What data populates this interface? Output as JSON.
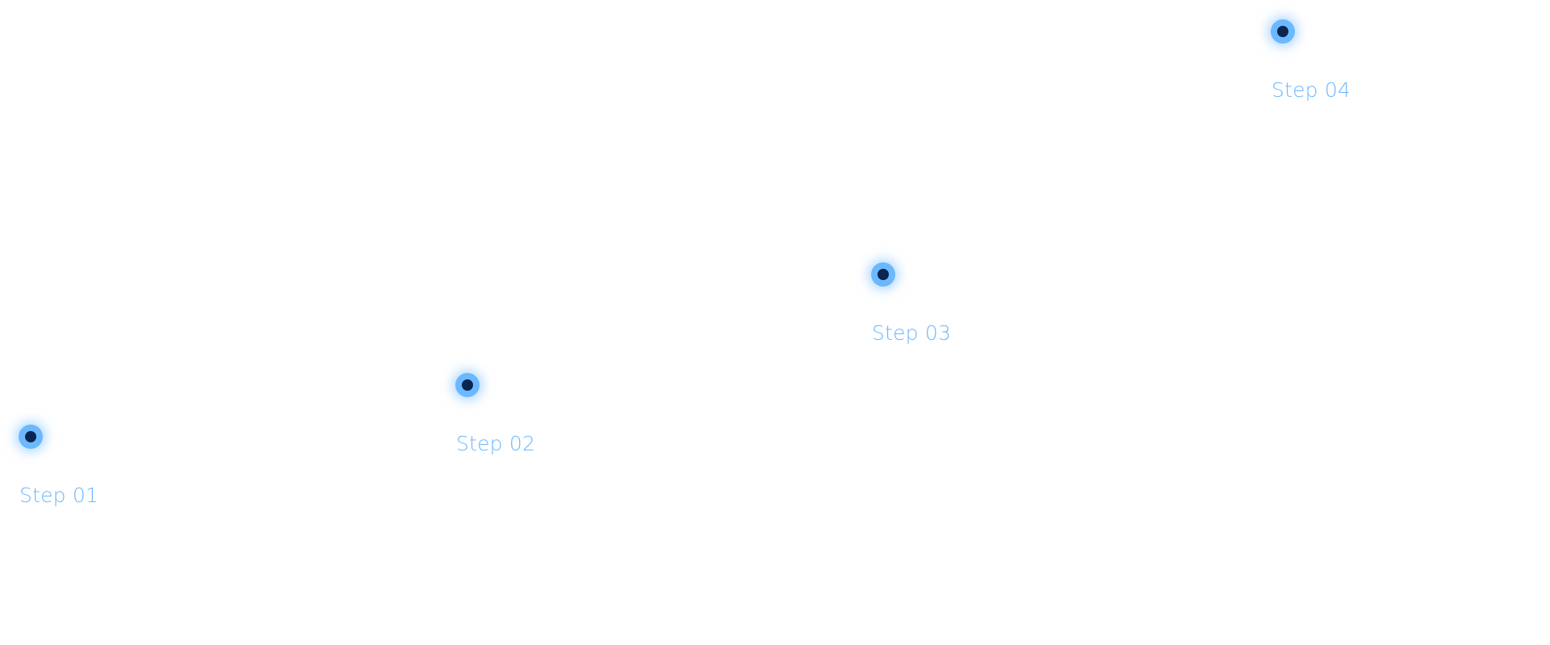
{
  "steps": [
    {
      "label": "Step 01"
    },
    {
      "label": "Step 02"
    },
    {
      "label": "Step 03"
    },
    {
      "label": "Step 04"
    }
  ],
  "colors": {
    "dot_outer": "#6cb8ff",
    "dot_inner": "#0a2550",
    "label": "#6cb8ff"
  }
}
